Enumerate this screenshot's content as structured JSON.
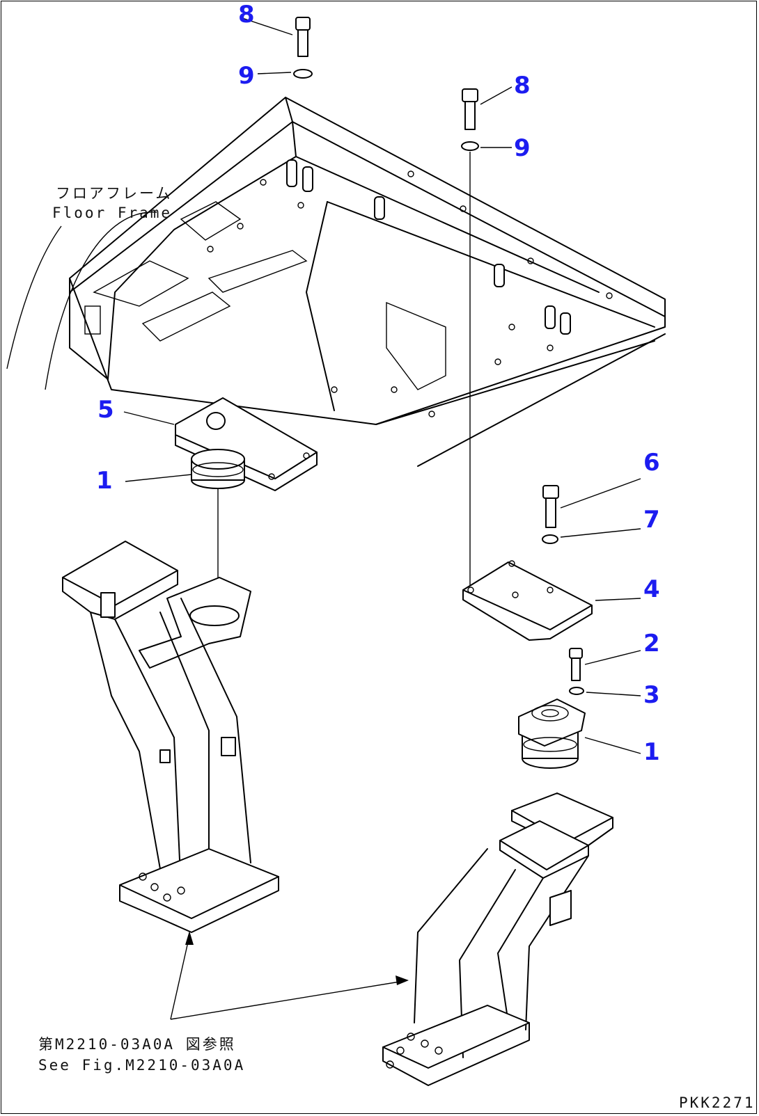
{
  "callouts": {
    "c8_top": "8",
    "c9_top": "9",
    "c8_right": "8",
    "c9_right": "9",
    "c5": "5",
    "c1_left": "1",
    "c6": "6",
    "c7": "7",
    "c4": "4",
    "c2": "2",
    "c3": "3",
    "c1_right": "1"
  },
  "labels": {
    "floor_frame_jp": "フロアフレーム",
    "floor_frame_en": "Floor Frame",
    "ref_jp": "第M2210-03A0A 図参照",
    "ref_en": "See Fig.M2210-03A0A",
    "drawing_code": "PKK2271"
  },
  "colors": {
    "callout": "#1c1cf0",
    "line": "#000000",
    "background": "#ffffff"
  }
}
